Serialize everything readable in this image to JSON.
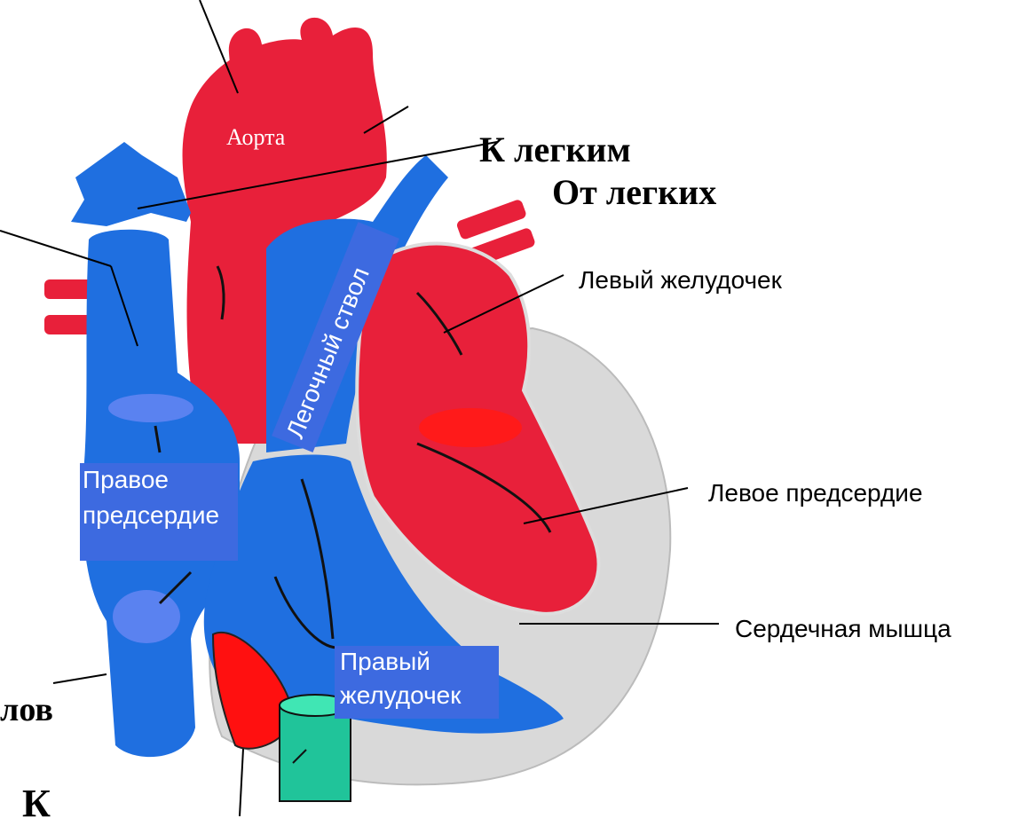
{
  "labels": {
    "aorta": "Аорта",
    "to_lungs": "К легким",
    "from_lungs": "От легких",
    "left_ventricle": "Левый желудочек",
    "left_atrium": "Левое предсердие",
    "heart_muscle": "Сердечная мышца",
    "pulmonary_trunk": "Легочный ствол",
    "right_atrium": "Правое предсердие",
    "right_atrium_line1": "Правое",
    "right_atrium_line2": "предсердие",
    "right_ventricle_line1": "Правый",
    "right_ventricle_line2": "желудочек",
    "cut_left_bottom": "лов",
    "cut_bottom": "К"
  },
  "colors": {
    "arterial": "#e8203a",
    "venous": "#1f6fe0",
    "label_box": "#3d6ae0",
    "muscle": "#d9d9d9",
    "valve": "#20c49a"
  }
}
